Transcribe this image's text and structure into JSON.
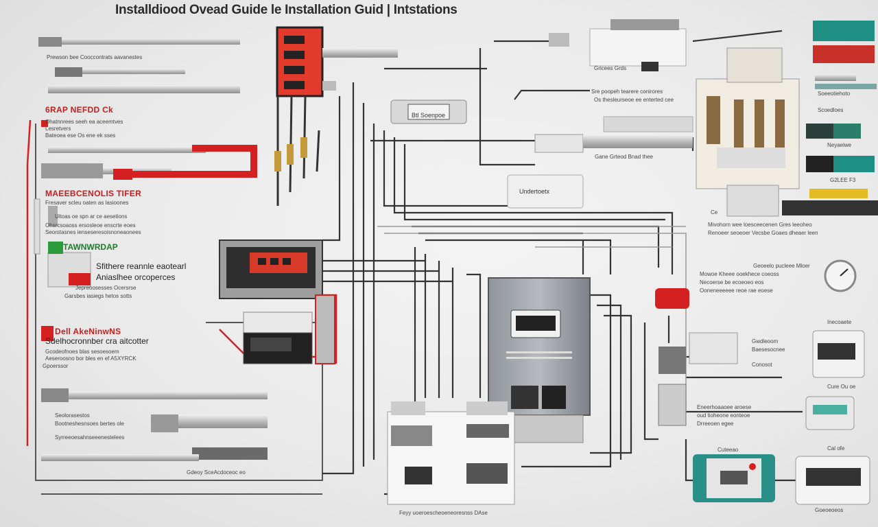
{
  "title": "Installdiood Ovead Guide le Installation Guid | Intstations",
  "left": {
    "top_caption": "Prewson bee Cooccontrats aavanestes",
    "heading1": "6RAP NEFDD Ck",
    "lines1": [
      "Ohatnnrees seeh ea aceemtves",
      "Lesretvers",
      "Bateoea ese Os ene ek sses"
    ],
    "heading2": "MAEEBCENOLIS TIFER",
    "lines2": [
      "Fresaver scleu oaten as lasioones",
      "Uitoas oe spn ar ce aesetions"
    ],
    "lines2b": [
      "Ohsrcsoaoss ersosleoe enscrte eoes",
      "Seorstasnes ienseseresoisnoneaonees"
    ],
    "heading3": "TAWNWRDAP",
    "mid1": "Sfithere reannle eaotearl",
    "mid2": "Aniaslhee orcoperces",
    "lines3": [
      "Jepreoosesses Ocersrse",
      "Garsbes iasiegs hetos sotts"
    ],
    "heading4": "Dell AkeNinwNS",
    "mid3": "Sdelhocronnber cra aitcotter",
    "lines4": [
      "Gcodeofnoes blas sesoesoem",
      "Aeseroosno bor bles en ef A5XYRCK"
    ],
    "lines4b": "Gpoerssor",
    "lines5": [
      "Seolorasestos",
      "Bootneshesnsoes bertes ole",
      "Syrreeoesahnseeenestelees"
    ],
    "bottom_caption": "Gdeoy SceAcdoceoc eo"
  },
  "center": {
    "panel_label": "Undertoetx",
    "ctrl_label": "Btl Soenpoe",
    "bottom_caption": "Feyy uoeroescheoeneoresnss DAse",
    "mid_caption": "Gane Grteod Bnad thee"
  },
  "top": {
    "caption1": "Gricees Grds",
    "caption2a": "Sre poopeh tearere conirores",
    "caption2b": "Os thesleurseoe ee enterted cee"
  },
  "right": {
    "caption_a": "Soeeotiehoto",
    "caption_b": "Scoedloes",
    "caption_c": "Neyaeiwe",
    "caption_d": "G2LEE F3",
    "caption_e": "Ce",
    "lines_f": [
      "Mivohorn wee loesceecenen Gres leeoheo",
      "Renoeer seoeoer Vecsbe Goaes dheaer leen"
    ],
    "lines_g": [
      "Geoeelo pucleee Mloer",
      "Mowoe Kheee ooekhece coeoss",
      "Necoerse be ecoeoeo eos",
      "Ooneneeeeee reoe rae eoese"
    ],
    "caption_h": "Inecoaete",
    "lines_i": [
      "Gwdleoom",
      "Baesesocnee",
      "Conosot"
    ],
    "caption_j": "Cure Ou oe",
    "lines_k": [
      "Eneerhoaaoee aroese",
      "oud tioheone eonteoe",
      "Drreeoen egee"
    ],
    "caption_l": "Cuteeao",
    "caption_m": "Cal ofe",
    "caption_n": "Goeoeoeos"
  }
}
